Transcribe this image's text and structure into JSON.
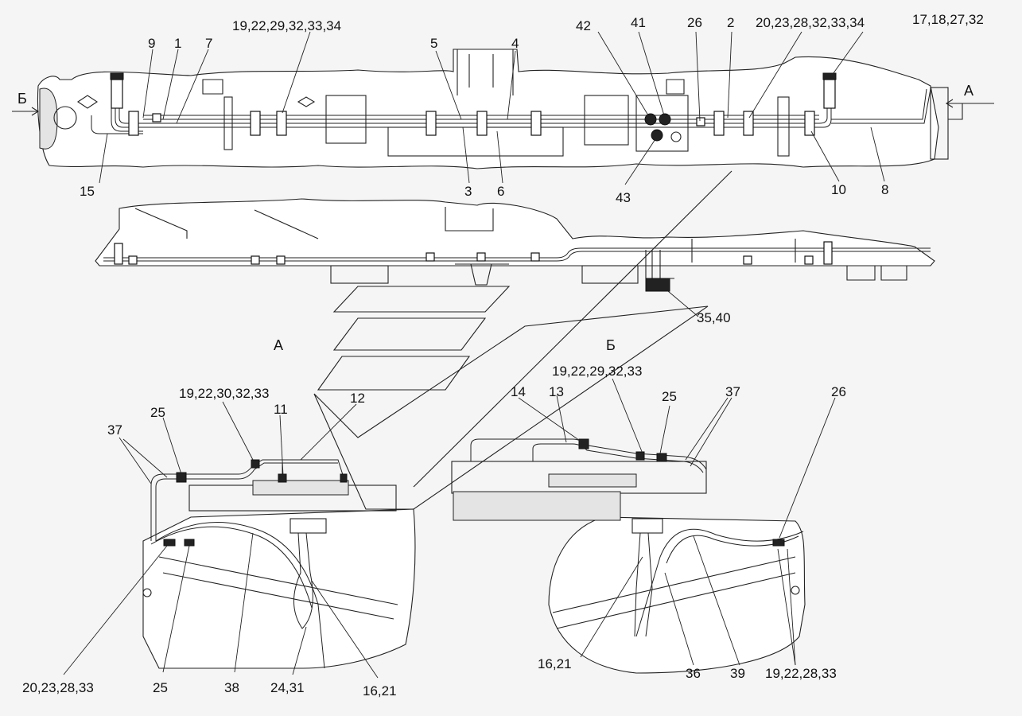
{
  "top_view": {
    "arrow_left": "Б",
    "arrow_right": "А",
    "labels": {
      "l9": "9",
      "l1": "1",
      "l7": "7",
      "l19_34": "19,22,29,32,33,34",
      "l5": "5",
      "l4": "4",
      "l42": "42",
      "l41": "41",
      "l26": "26",
      "l2": "2",
      "l20_34": "20,23,28,32,33,34",
      "l17_32": "17,18,27,32",
      "l15": "15",
      "l3": "3",
      "l6": "6",
      "l43": "43",
      "l10": "10",
      "l8": "8"
    }
  },
  "side_view": {
    "labels": {
      "l35_40": "35,40"
    }
  },
  "view_a": {
    "title": "А",
    "labels": {
      "l19_33": "19,22,30,32,33",
      "l25a": "25",
      "l11": "11",
      "l12": "12",
      "l37": "37",
      "l20_33": "20,23,28,33",
      "l25b": "25",
      "l38": "38",
      "l24_31": "24,31",
      "l16_21": "16,21"
    }
  },
  "view_b": {
    "title": "Б",
    "labels": {
      "l19_33": "19,22,29,32,33",
      "l14": "14",
      "l13": "13",
      "l25": "25",
      "l37": "37",
      "l26": "26",
      "l16_21": "16,21",
      "l36": "36",
      "l39": "39",
      "l19_28": "19,22,28,33"
    }
  }
}
